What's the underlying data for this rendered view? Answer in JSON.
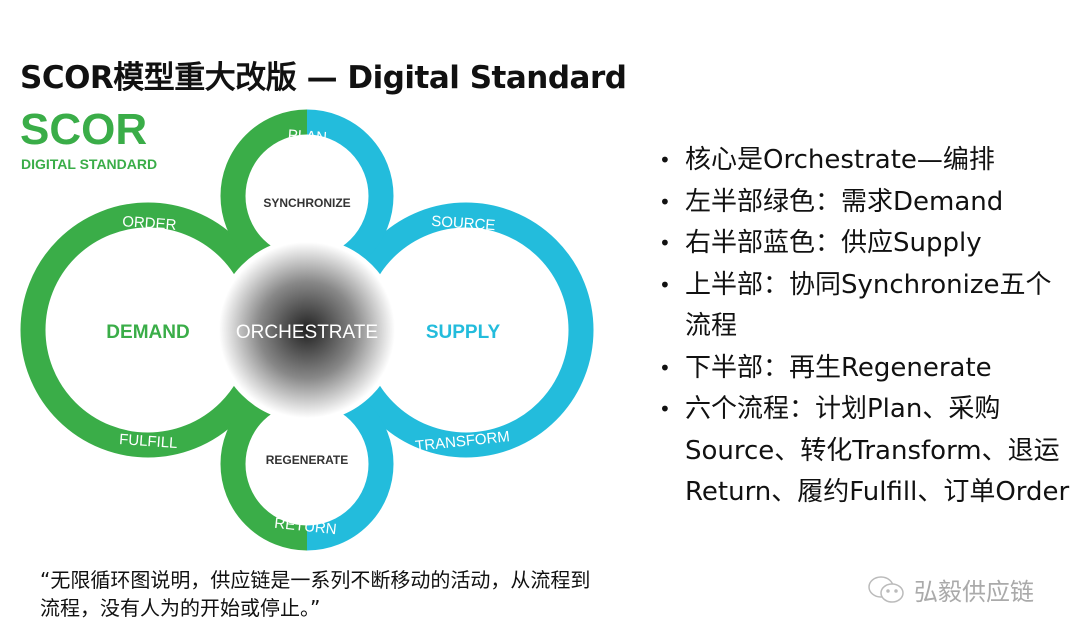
{
  "title": "SCOR模型重大改版 — Digital Standard",
  "logo": {
    "main": "SCOR",
    "sub": "DIGITAL STANDARD"
  },
  "diagram": {
    "center": "ORCHESTRATE",
    "left": "DEMAND",
    "right": "SUPPLY",
    "top": "SYNCHRONIZE",
    "bottom": "REGENERATE",
    "processes": {
      "plan": "PLAN",
      "order": "ORDER",
      "source": "SOURCE",
      "fulfill": "FULFILL",
      "transform": "TRANSFORM",
      "return": "RETURN"
    },
    "colors": {
      "demand": "#3aad48",
      "supply": "#23bcdc",
      "center": "#333333"
    }
  },
  "bullets": [
    "核心是Orchestrate—编排",
    "左半部绿色：需求Demand",
    "右半部蓝色：供应Supply",
    "上半部：协同Synchronize五个流程",
    "下半部：再生Regenerate",
    "六个流程：计划Plan、采购Source、转化Transform、退运Return、履约Fulfill、订单Order"
  ],
  "quote": "“无限循环图说明，供应链是一系列不断移动的活动，从流程到流程，没有人为的开始或停止。”",
  "watermark": {
    "icon": "wechat-icon",
    "text": "弘毅供应链"
  }
}
